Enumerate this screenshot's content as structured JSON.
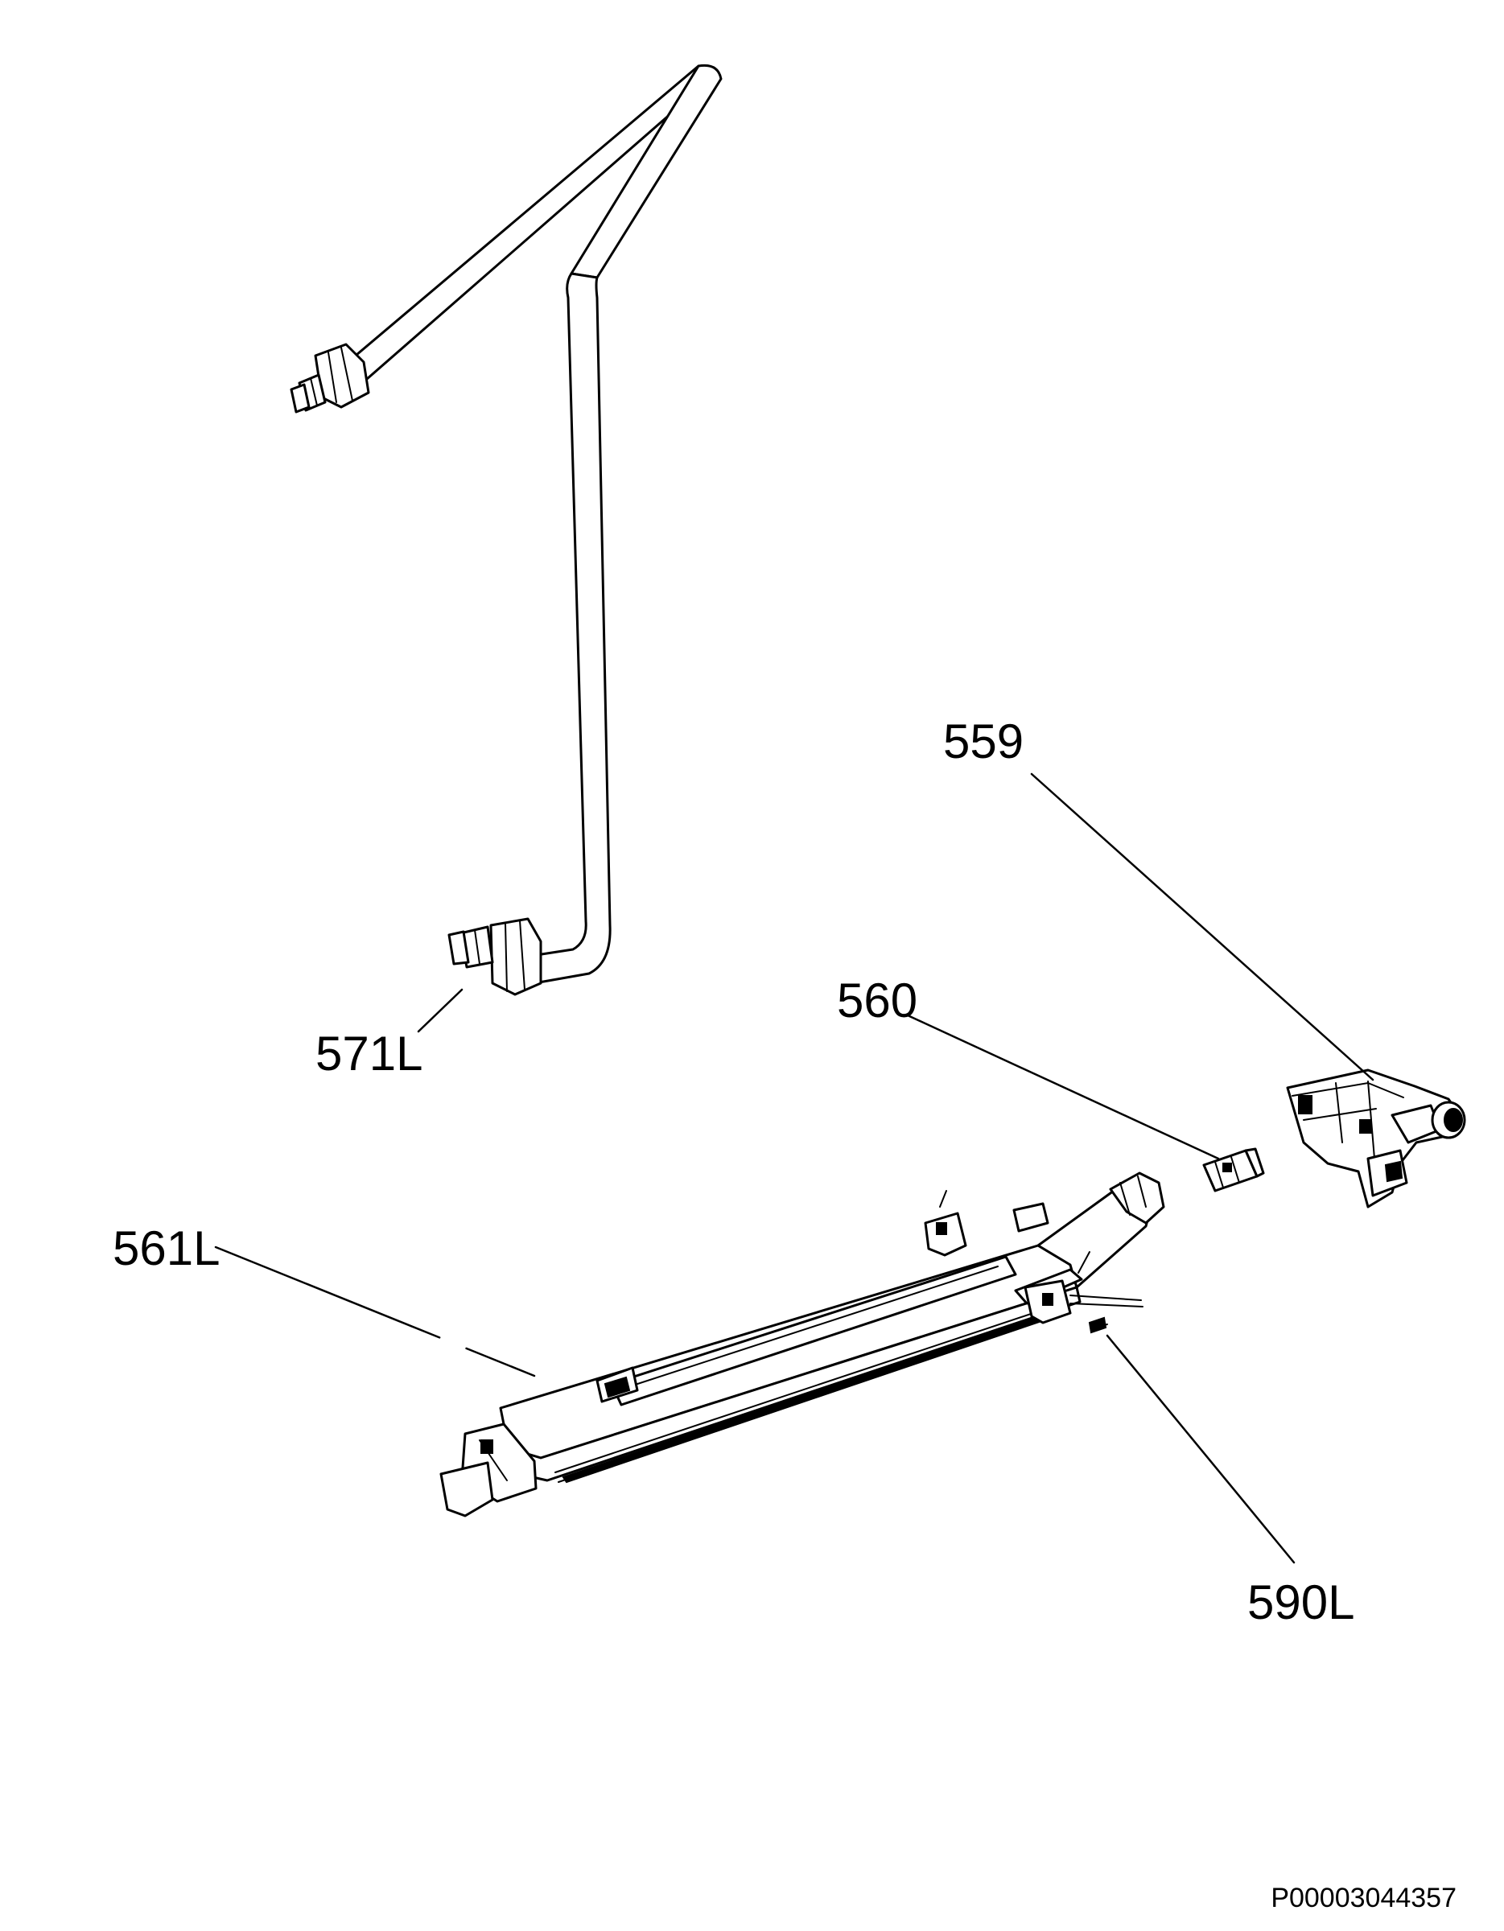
{
  "labels": {
    "part_559": "559",
    "part_560": "560",
    "part_571L": "571L",
    "part_561L": "561L",
    "part_590L": "590L"
  },
  "document_id": "P00003044357",
  "colors": {
    "line": "#000000",
    "background": "#ffffff"
  }
}
